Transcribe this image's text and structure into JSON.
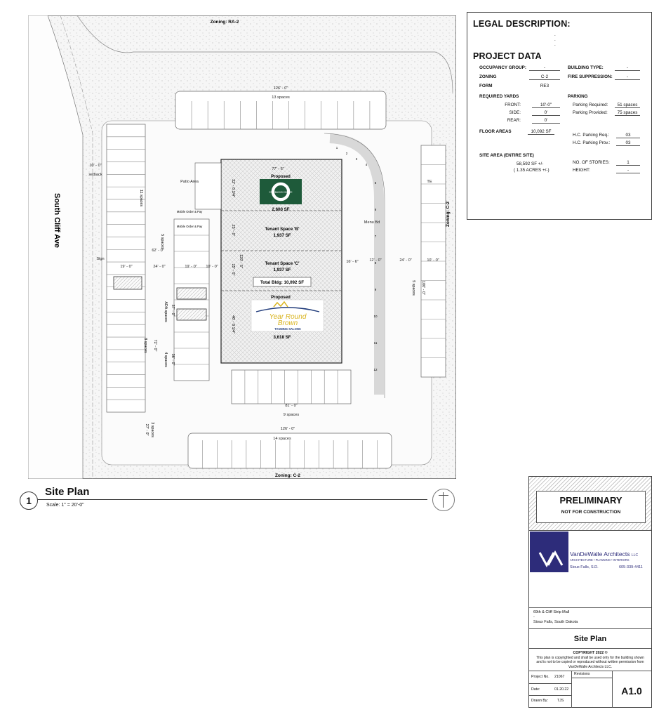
{
  "plan": {
    "zoning_top": "Zoning: RA-2",
    "zoning_bottom": "Zoning: C-2",
    "zoning_right": "Zoning: C-2",
    "street": "South Cliff Ave",
    "dims": {
      "d126_top": "126' - 0\"",
      "d77": "77' - 6\"",
      "d10": "10' - 0\"",
      "d62": "62' - 0\"",
      "d19a": "19' - 0\"",
      "d24a": "24' - 0\"",
      "d19b": "19' - 0\"",
      "d10b": "10' - 0\"",
      "d16": "16' - 6\"",
      "d12": "12' - 0\"",
      "d24b": "24' - 0\"",
      "d10c": "10' - 0\"",
      "d81": "81' - 0\"",
      "d126_bot": "126' - 0\"",
      "d32": "32' - 8 3/4\"",
      "d25a": "25' - 0\"",
      "d25b": "25' - 0\"",
      "d46": "46' - 8 1/4\"",
      "d129": "129' - 5\"",
      "d36": "36' - 0\"",
      "d37": "37' - 0\"",
      "d72": "72' - 0\"",
      "d27": "27' - 0\"",
      "d100": "100' - 0\""
    },
    "labels": {
      "spaces13": "13 spaces",
      "spaces11": "11 spaces",
      "spaces5a": "5 spaces",
      "spaces8": "8 spaces",
      "spaces4": "4 spaces",
      "spaces3": "3 spaces",
      "spaces9": "9 spaces",
      "spaces14": "14 spaces",
      "spaces5b": "5 spaces",
      "ada": "ADA spaces",
      "setback": "setback",
      "patio": "Patio Area",
      "menu": "Menu Bd",
      "sign": "Sign",
      "te": "TE",
      "mobile1": "Mobile Order & Pay",
      "mobile2": "Mobile Order & Pay"
    },
    "tenants": {
      "proposed1": "Proposed",
      "starbucks_sf": "2,600 SF",
      "starbucks_logo": "STARBUCKS COFFEE",
      "tenant_b": "Tenant Space 'B'",
      "tenant_b_sf": "1,937 SF",
      "tenant_c": "Tenant Space 'C'",
      "tenant_c_sf": "1,937 SF",
      "total": "Total Bldg: 10,092 SF",
      "proposed2": "Proposed",
      "yrb_line1": "Year Round",
      "yrb_line2": "Brown",
      "yrb_line3": "TANNING SALONS",
      "yrb_sf": "3,618 SF"
    },
    "stall_numbers": [
      "1",
      "2",
      "3",
      "4",
      "5",
      "6",
      "7",
      "8",
      "9",
      "10",
      "11",
      "12"
    ]
  },
  "title_view": {
    "number": "1",
    "name": "Site Plan",
    "scale": "Scale:  1\" = 20'-0\""
  },
  "legal": {
    "heading": "LEGAL DESCRIPTION:",
    "dots": [
      ".",
      ".",
      "."
    ]
  },
  "project_data": {
    "heading": "PROJECT DATA",
    "occupancy_label": "OCCUPANCY GROUP:",
    "occupancy_value": "-",
    "zoning_label": "ZONING",
    "zoning_value": "C-2",
    "form_label": "FORM",
    "form_value": "RE3",
    "building_type_label": "BUILDING TYPE:",
    "building_type_value": "-",
    "fire_label": "FIRE SUPPRESSION:",
    "fire_value": "-",
    "required_yards": "REQUIRED YARDS",
    "front_label": "FRONT:",
    "front_value": "10'-0\"",
    "side_label": "SIDE:",
    "side_value": "0'",
    "rear_label": "REAR:",
    "rear_value": "0'",
    "parking": "PARKING",
    "parking_req_label": "Parking Required:",
    "parking_req_value": "51 spaces",
    "parking_prov_label": "Parking Provided:",
    "parking_prov_value": "75 spaces",
    "floor_areas_label": "FLOOR AREAS",
    "floor_areas_value": "10,092 SF",
    "hc_req_label": "H.C. Parking Req.:",
    "hc_req_value": "03",
    "hc_prov_label": "H.C. Parking Prov.:",
    "hc_prov_value": "03",
    "site_area_label": "SITE AREA (ENTIRE SITE)",
    "site_area_value": "58,592 SF +/-",
    "site_acres": "( 1.35  ACRES +/-)",
    "stories_label": "NO. OF STORIES:",
    "stories_value": "1",
    "height_label": "HEIGHT:",
    "height_value": "-"
  },
  "title_block": {
    "preliminary": "PRELIMINARY",
    "not_for_construction": "NOT FOR CONSTRUCTION",
    "firm_name": "VanDeWalle Architects",
    "firm_suffix": "LLC",
    "firm_tagline": "ARCHITECTURE • PLANNING • INTERIORS",
    "firm_city": "Sioux Falls, S.D.",
    "firm_phone": "605-339-4411",
    "project_name": "69th & Cliff Strip Mall",
    "project_dash": "-",
    "project_city": "Sioux Falls, South Dakota",
    "sheet_title": "Site Plan",
    "copyright": "COPYRIGHT 2022 ©",
    "copyright_text": "This plan is copyrighted and shall be used only for the building shown and is not to be copied or reproduced without written permission from VanDeWalle Architects LLC.",
    "revisions": "Revisions",
    "project_no_label": "Project No.",
    "project_no": "21067",
    "date_label": "Date:",
    "date": "01.20.22",
    "drawn_label": "Drawn By:",
    "drawn": "TJS",
    "sheet_no": "A1.0"
  },
  "colors": {
    "starbucks_green": "#1e5a3a",
    "firm_blue": "#2d2c7a",
    "yrb_gold": "#d9b41e",
    "yrb_navy": "#1f3a7a"
  }
}
